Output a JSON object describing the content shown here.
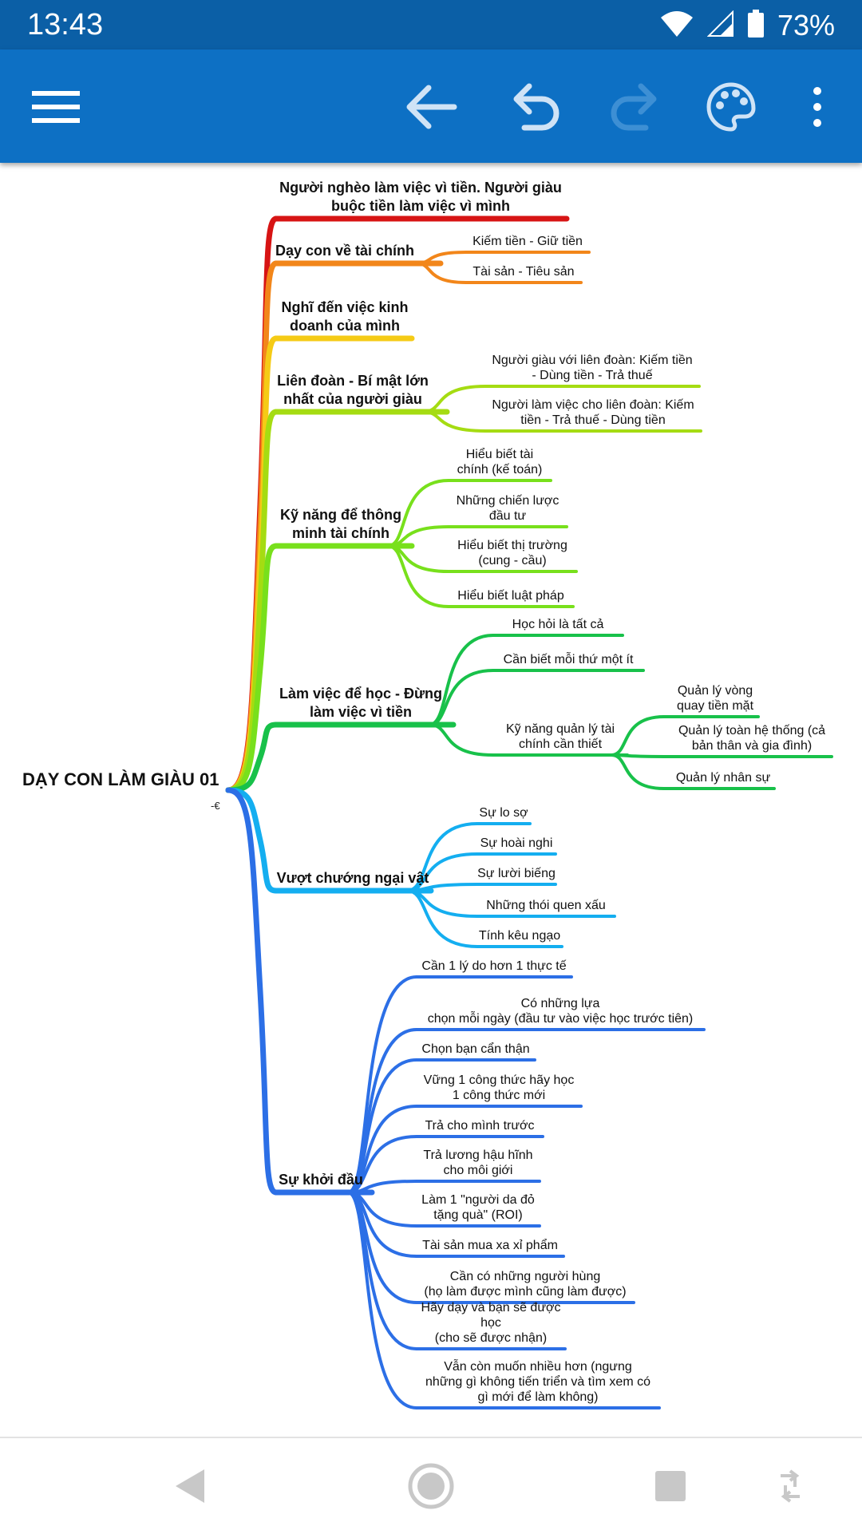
{
  "status": {
    "time": "13:43",
    "battery_percent": "73%",
    "icons": [
      "wifi-icon",
      "cell-signal-icon",
      "battery-icon"
    ]
  },
  "toolbar": {
    "actions": [
      "menu-icon",
      "back-arrow-icon",
      "undo-icon",
      "redo-icon",
      "palette-icon",
      "more-vert-icon"
    ],
    "redo_enabled": false
  },
  "mindmap": {
    "root": {
      "label": "DẠY CON LÀM GIÀU 01",
      "marker": "-€"
    },
    "branches": [
      {
        "label": "Người nghèo làm việc vì tiền. Người giàu buộc tiền làm việc vì mình",
        "color": "#d71414",
        "children": []
      },
      {
        "label": "Dạy con về tài chính",
        "color": "#f2861a",
        "children": [
          {
            "label": "Kiếm tiền - Giữ tiền"
          },
          {
            "label": "Tài sản - Tiêu sản"
          }
        ]
      },
      {
        "label": "Nghĩ đến việc kinh doanh của mình",
        "color": "#f5cb16",
        "children": []
      },
      {
        "label": "Liên đoàn - Bí mật lớn nhất của người giàu",
        "color": "#a5dc12",
        "children": [
          {
            "label": "Người giàu với liên đoàn: Kiếm tiền - Dùng tiền - Trả thuế"
          },
          {
            "label": "Người làm việc cho liên đoàn: Kiếm tiền - Trả thuế - Dùng tiền"
          }
        ]
      },
      {
        "label": "Kỹ năng để thông minh tài chính",
        "color": "#78e01c",
        "children": [
          {
            "label": "Hiểu biết tài chính (kế toán)"
          },
          {
            "label": "Những chiến lược đầu tư"
          },
          {
            "label": "Hiểu biết thị trường (cung - cầu)"
          },
          {
            "label": "Hiểu biết luật pháp"
          }
        ]
      },
      {
        "label": "Làm việc để học - Đừng làm việc vì tiền",
        "color": "#18c14a",
        "children": [
          {
            "label": "Học hỏi là tất cả"
          },
          {
            "label": "Cần biết mỗi thứ một ít"
          },
          {
            "label": "Kỹ năng quản lý tài chính cần thiết",
            "children": [
              {
                "label": "Quản lý vòng quay tiền mặt"
              },
              {
                "label": "Quản lý toàn hệ thống (cả bản thân và gia đình)"
              },
              {
                "label": "Quản lý nhân sự"
              }
            ]
          }
        ]
      },
      {
        "label": "Vượt chướng ngại vật",
        "color": "#14aef0",
        "children": [
          {
            "label": "Sự lo sợ"
          },
          {
            "label": "Sự hoài nghi"
          },
          {
            "label": "Sự lười biếng"
          },
          {
            "label": "Những thói quen xấu"
          },
          {
            "label": "Tính kêu ngạo"
          }
        ]
      },
      {
        "label": "Sự khởi đầu",
        "color": "#2c6fe6",
        "children": [
          {
            "label": "Cần 1 lý do hơn 1 thực tế"
          },
          {
            "label": "Có những lựa chọn mỗi ngày (đầu tư vào việc học trước tiên)"
          },
          {
            "label": "Chọn bạn cẩn thận"
          },
          {
            "label": "Vững 1 công thức hãy học 1 công thức mới"
          },
          {
            "label": "Trả cho mình trước"
          },
          {
            "label": "Trả lương hậu hĩnh cho môi giới"
          },
          {
            "label": "Làm 1 \"người da đỏ tặng quà\" (ROI)"
          },
          {
            "label": "Tài sản mua xa xỉ phẩm"
          },
          {
            "label": "Cần có những người hùng (họ làm được mình cũng làm được)"
          },
          {
            "label": "Hãy dạy và bạn sẽ được học (cho sẽ được nhận)"
          },
          {
            "label": "Vẫn còn muốn nhiều hơn (ngưng những gì không tiến triển và tìm xem có gì mới để làm không)"
          }
        ]
      }
    ]
  },
  "navbar": {
    "buttons": [
      "nav-back-icon",
      "nav-home-icon",
      "nav-recents-icon",
      "rotate-icon"
    ]
  }
}
